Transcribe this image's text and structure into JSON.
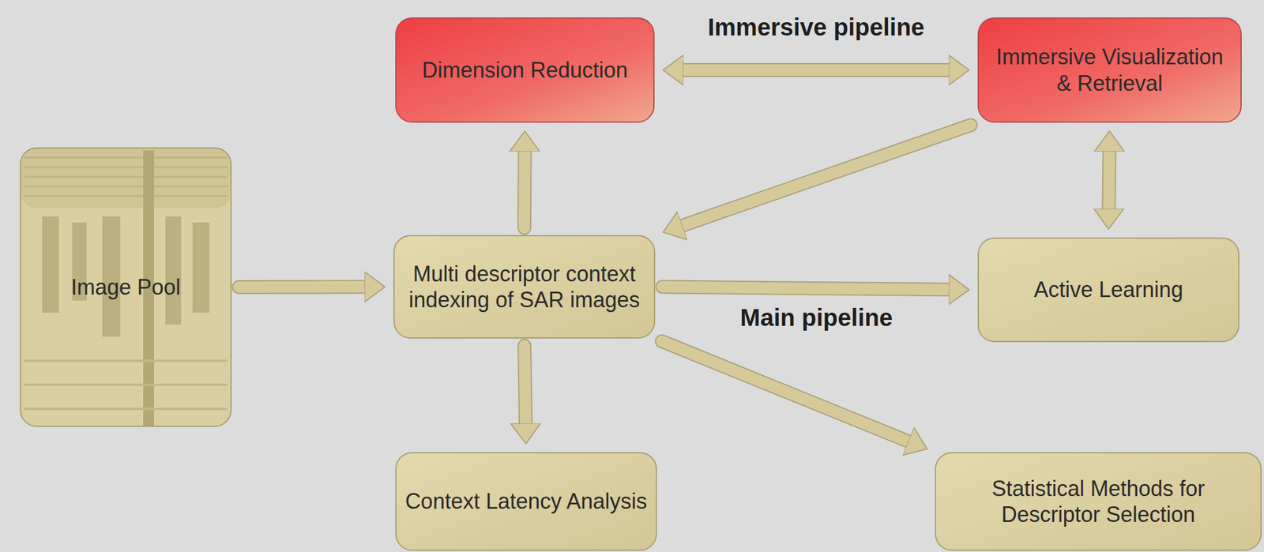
{
  "diagram": {
    "nodes": [
      {
        "text": [
          "Image Pool"
        ]
      },
      {
        "text": [
          "Dimension Reduction"
        ]
      },
      {
        "text": [
          "Immersive Visualization & Retrieval"
        ]
      },
      {
        "text": [
          "Multi descriptor context indexing of SAR images"
        ]
      },
      {
        "text": [
          "Active Learning"
        ]
      },
      {
        "text": [
          "Context Latency Analysis"
        ]
      },
      {
        "text": [
          "Statistical Methods for Descriptor Selection"
        ]
      }
    ],
    "edges": [
      {
        "from": 0,
        "to": 3,
        "arrow": "to"
      },
      {
        "from": 3,
        "to": 1,
        "arrow": "to"
      },
      {
        "from": 1,
        "to": 2,
        "label": "Immersive pipeline",
        "arrow": "both"
      },
      {
        "from": 2,
        "to": 3,
        "arrow": "to"
      },
      {
        "from": 3,
        "to": 4,
        "label": "Main pipeline",
        "arrow": "to"
      },
      {
        "from": 2,
        "to": 4,
        "arrow": "both"
      },
      {
        "from": 3,
        "to": 5,
        "arrow": "to"
      },
      {
        "from": 3,
        "to": 6,
        "arrow": "to"
      }
    ]
  }
}
